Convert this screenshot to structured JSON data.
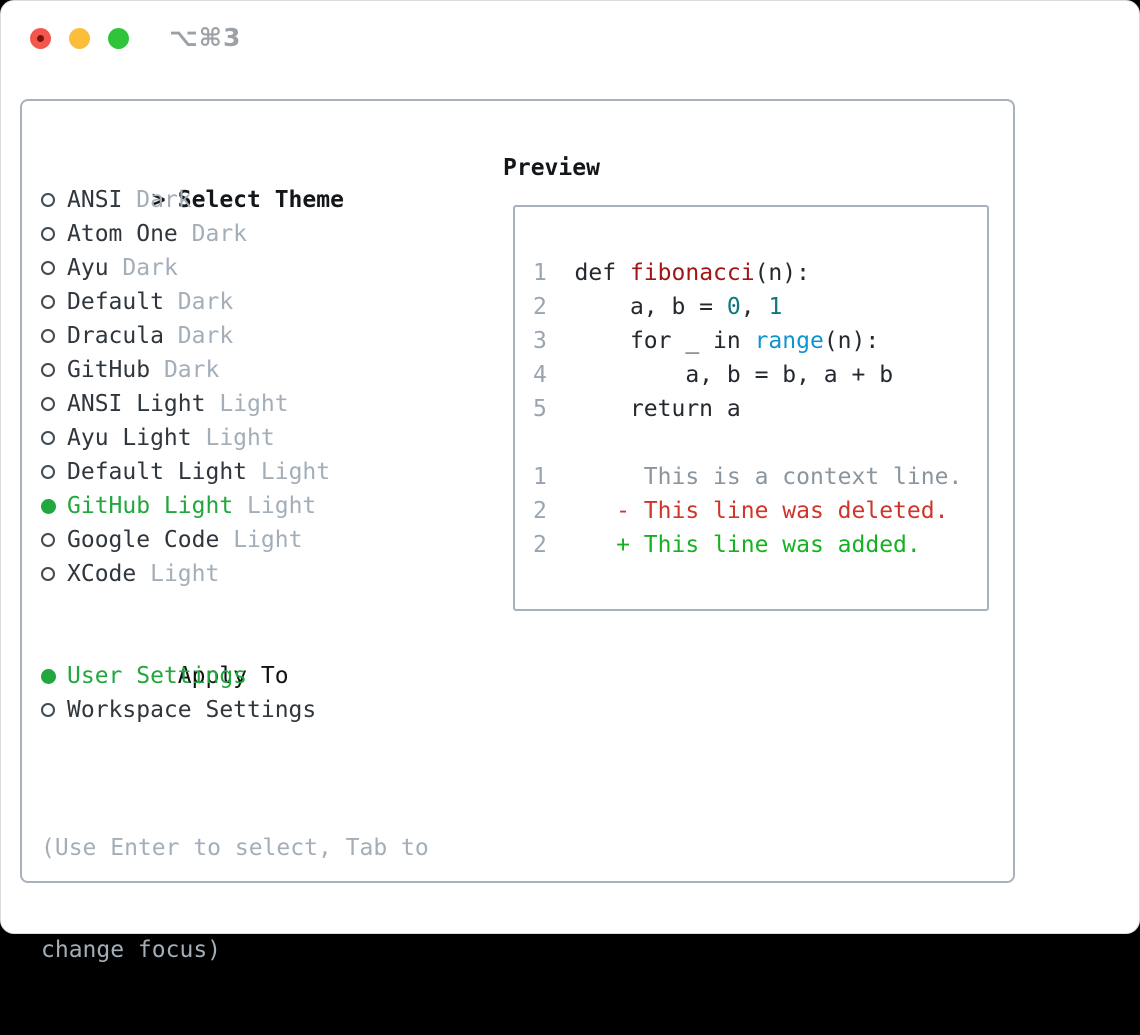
{
  "window": {
    "title": "⌥⌘3",
    "traffic_lights": [
      "close",
      "minimize",
      "zoom"
    ]
  },
  "theme_picker": {
    "prompt_marker": ">",
    "title": "Select Theme",
    "items": [
      {
        "name": "ANSI",
        "variant": "Dark",
        "selected": false
      },
      {
        "name": "Atom One",
        "variant": "Dark",
        "selected": false
      },
      {
        "name": "Ayu",
        "variant": "Dark",
        "selected": false
      },
      {
        "name": "Default",
        "variant": "Dark",
        "selected": false
      },
      {
        "name": "Dracula",
        "variant": "Dark",
        "selected": false
      },
      {
        "name": "GitHub",
        "variant": "Dark",
        "selected": false
      },
      {
        "name": "ANSI Light",
        "variant": "Light",
        "selected": false
      },
      {
        "name": "Ayu Light",
        "variant": "Light",
        "selected": false
      },
      {
        "name": "Default Light",
        "variant": "Light",
        "selected": false
      },
      {
        "name": "GitHub Light",
        "variant": "Light",
        "selected": true
      },
      {
        "name": "Google Code",
        "variant": "Light",
        "selected": false
      },
      {
        "name": "XCode",
        "variant": "Light",
        "selected": false
      }
    ]
  },
  "apply_to": {
    "title": "Apply To",
    "options": [
      {
        "label": "User Settings",
        "selected": true
      },
      {
        "label": "Workspace Settings",
        "selected": false
      }
    ]
  },
  "help": {
    "lines": [
      "(Use Enter to select, Tab to",
      "change focus)"
    ]
  },
  "preview": {
    "title": "Preview",
    "code_lines": [
      {
        "segments": [
          {
            "t": "1",
            "s": "ln"
          },
          {
            "t": "  def ",
            "s": "code"
          },
          {
            "t": "fibonacci",
            "s": "fn"
          },
          {
            "t": "(n):",
            "s": "code"
          }
        ]
      },
      {
        "segments": [
          {
            "t": "2",
            "s": "ln"
          },
          {
            "t": "      a, b = ",
            "s": "code"
          },
          {
            "t": "0",
            "s": "num"
          },
          {
            "t": ", ",
            "s": "code"
          },
          {
            "t": "1",
            "s": "num"
          }
        ]
      },
      {
        "segments": [
          {
            "t": "3",
            "s": "ln"
          },
          {
            "t": "      for _ in ",
            "s": "code"
          },
          {
            "t": "range",
            "s": "bi"
          },
          {
            "t": "(n):",
            "s": "code"
          }
        ]
      },
      {
        "segments": [
          {
            "t": "4",
            "s": "ln"
          },
          {
            "t": "          a, b = b, a + b",
            "s": "code"
          }
        ]
      },
      {
        "segments": [
          {
            "t": "5",
            "s": "ln"
          },
          {
            "t": "      return a",
            "s": "code"
          }
        ]
      },
      {
        "segments": []
      },
      {
        "segments": [
          {
            "t": "1",
            "s": "ln"
          },
          {
            "t": "       This is a context line.",
            "s": "ctx"
          }
        ]
      },
      {
        "segments": [
          {
            "t": "2",
            "s": "ln"
          },
          {
            "t": "     ",
            "s": "code"
          },
          {
            "t": "- This line was deleted.",
            "s": "del"
          }
        ]
      },
      {
        "segments": [
          {
            "t": "2",
            "s": "ln"
          },
          {
            "t": "     ",
            "s": "code"
          },
          {
            "t": "+ This line was added.",
            "s": "add"
          }
        ]
      }
    ]
  },
  "colors": {
    "accent_green": "#22a63e",
    "panel_border": "#a9b2bc",
    "title_gray": "#9ba1a7",
    "ink_bold": "#14171a",
    "item_ink": "#2f363d",
    "muted": "#a3aeb9",
    "circle_stroke": "#434b52",
    "lineno": "#9aa5b1",
    "code_ink": "#24292f",
    "code_function": "#a31515",
    "code_number": "#0d7680",
    "code_builtin": "#0e95d1",
    "diff_context": "#8b959e",
    "diff_deleted": "#cf3529",
    "diff_added": "#16b022",
    "traffic_red": "#f2574e",
    "traffic_red_dot": "#7c120c",
    "traffic_yellow": "#fcbd3b",
    "traffic_green": "#2fc43a"
  }
}
